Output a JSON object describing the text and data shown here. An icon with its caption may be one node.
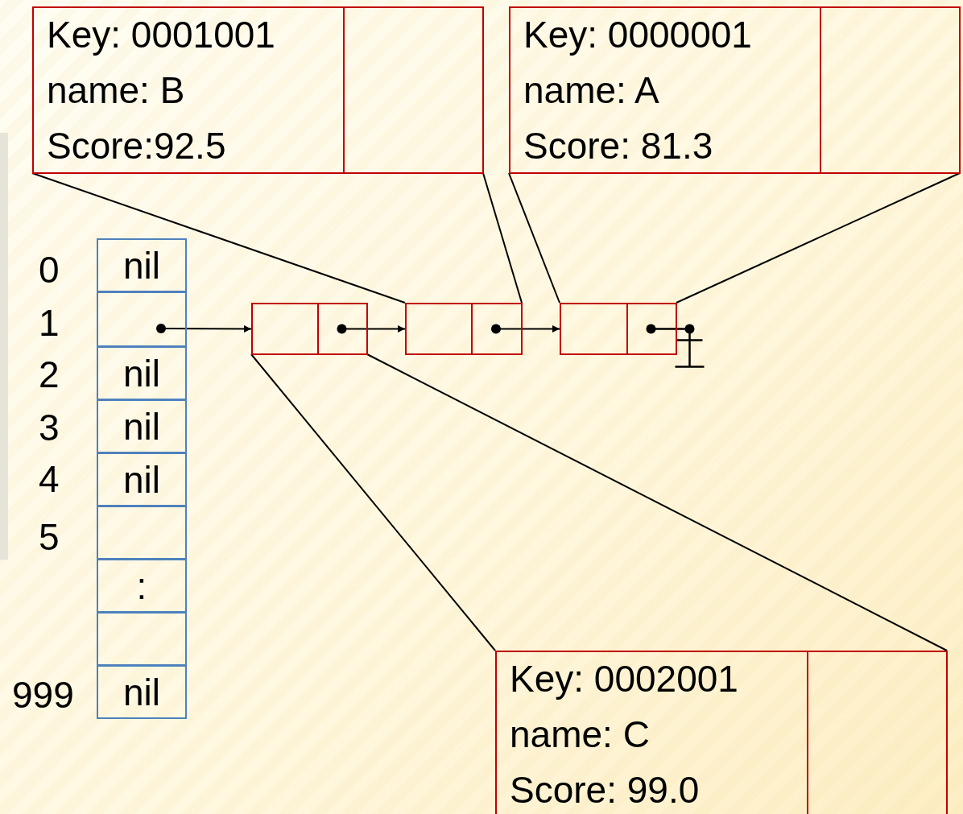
{
  "diagram": {
    "nodes": [
      {
        "text": [
          "Key: 0001001",
          "name: B",
          "Score:92.5"
        ]
      },
      {
        "text": [
          "Key: 0000001",
          "name: A",
          "Score: 81.3"
        ]
      },
      {
        "text": [
          "nil"
        ]
      },
      {
        "text": [],
        "shape": "box"
      },
      {
        "text": [
          "nil"
        ]
      },
      {
        "text": [
          "nil"
        ]
      },
      {
        "text": [
          "nil"
        ]
      },
      {
        "text": [],
        "shape": "box"
      },
      {
        "text": [
          ":"
        ]
      },
      {
        "text": [],
        "shape": "box"
      },
      {
        "text": [
          "nil"
        ]
      },
      {
        "text": [],
        "shape": "box"
      },
      {
        "text": [],
        "shape": "box"
      },
      {
        "text": [],
        "shape": "box"
      },
      {
        "text": [
          "Key: 0002001",
          "name: C",
          "Score: 99.0"
        ]
      }
    ],
    "edges": [
      {
        "from": 3,
        "to": 11,
        "arrow": "to"
      },
      {
        "from": 11,
        "to": 12,
        "arrow": "to"
      },
      {
        "from": 12,
        "to": 13,
        "arrow": "to"
      },
      {
        "from": 0,
        "to": 12,
        "arrow": "none"
      },
      {
        "from": 0,
        "to": 12,
        "arrow": "none"
      },
      {
        "from": 1,
        "to": 13,
        "arrow": "none"
      },
      {
        "from": 1,
        "to": 13,
        "arrow": "none"
      },
      {
        "from": 14,
        "to": 11,
        "arrow": "none"
      },
      {
        "from": 14,
        "to": 11,
        "arrow": "none"
      }
    ],
    "labels": [
      "0",
      "1",
      "2",
      "3",
      "4",
      "5",
      "999"
    ]
  }
}
